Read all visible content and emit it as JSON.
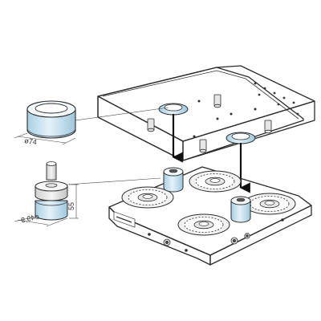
{
  "figure": {
    "dimensions": {
      "diameter_top_part": "ø74",
      "height_bottom_part": "55",
      "diameter_bottom_part": "ø49,9"
    }
  },
  "colors": {
    "outline": "#2b2b2b",
    "plate_fill": "#ffffff",
    "accent_blue": "#cfe6f2",
    "accent_blue_dark": "#9cc6dc",
    "arrow": "#111111",
    "hole_fill": "#e8e8e8"
  }
}
